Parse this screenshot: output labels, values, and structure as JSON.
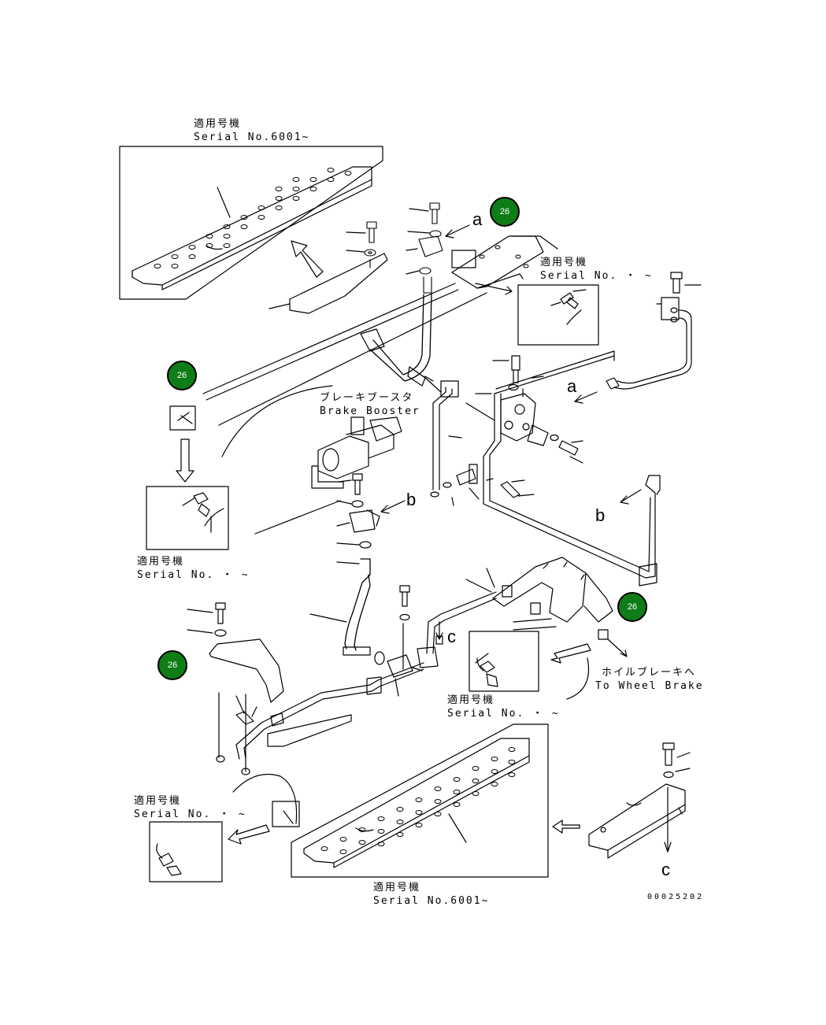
{
  "labels": {
    "serial_top_ja": "適用号機",
    "serial_top_en": "Serial No.6001~",
    "serial_right_ja": "適用号機",
    "serial_right_en": "Serial No.  ・  ~",
    "serial_left_ja": "適用号機",
    "serial_left_en": "Serial No.  ・  ~",
    "serial_mid_ja": "適用号機",
    "serial_mid_en": "Serial No.  ・  ~",
    "serial_lowleft_ja": "適用号機",
    "serial_lowleft_en": "Serial No.  ・  ~",
    "serial_bottom_ja": "適用号機",
    "serial_bottom_en": "Serial No.6001~",
    "booster_ja": "ブレーキブースタ",
    "booster_en": "Brake Booster",
    "wheel_ja": "ホイルブレーキへ",
    "wheel_en": "To Wheel Brake"
  },
  "callouts": {
    "a1": "a",
    "a2": "a",
    "b1": "b",
    "b2": "b",
    "c1": "c",
    "c2": "c"
  },
  "badges": [
    "26",
    "26",
    "26",
    "26"
  ],
  "drawing_code": "00025202"
}
